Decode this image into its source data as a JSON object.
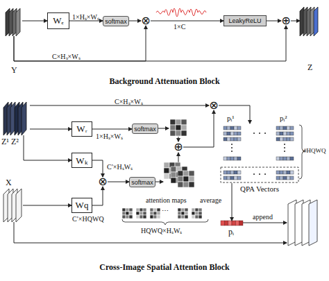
{
  "diagram": {
    "nodes": [
      {
        "text": [
          "Y"
        ]
      },
      {
        "text": [
          "Wₑ"
        ]
      },
      {
        "text": [
          "softmax"
        ]
      },
      {
        "text": [
          "⊗"
        ]
      },
      {
        "text": [
          "LeakyReLU"
        ]
      },
      {
        "text": [
          "⊕"
        ]
      },
      {
        "text": [
          "Z"
        ]
      },
      {
        "text": [
          "Z¹",
          "Z²"
        ]
      },
      {
        "text": [
          "Wᵣ"
        ]
      },
      {
        "text": [
          "softmax"
        ]
      },
      {
        "text": [
          "⊗"
        ]
      },
      {
        "text": [
          "QPA Vectors"
        ]
      },
      {
        "text": [
          "Wₖ"
        ]
      },
      {
        "text": [
          "⊕"
        ]
      },
      {
        "text": [
          "⊗"
        ]
      },
      {
        "text": [
          "softmax"
        ]
      },
      {
        "text": [
          "X"
        ]
      },
      {
        "text": [
          "Wq"
        ]
      },
      {
        "text": [
          "pᵢ"
        ]
      }
    ],
    "edges": [
      {
        "from": 0,
        "to": 1,
        "arrow": "to"
      },
      {
        "from": 1,
        "to": 2,
        "label": "1×Hₛ×Wₛ",
        "arrow": "to"
      },
      {
        "from": 2,
        "to": 3,
        "arrow": "to"
      },
      {
        "from": 3,
        "to": 4,
        "label": "1×C",
        "arrow": "to"
      },
      {
        "from": 4,
        "to": 5,
        "arrow": "to"
      },
      {
        "from": 5,
        "to": 6,
        "arrow": "to"
      },
      {
        "from": 0,
        "to": 3,
        "label": "C×Hₛ×Wₛ",
        "arrow": "to"
      },
      {
        "from": 0,
        "to": 5,
        "arrow": "to"
      },
      {
        "from": 7,
        "to": 8,
        "arrow": "to"
      },
      {
        "from": 8,
        "to": 9,
        "label": "1×Hₛ×Wₛ",
        "arrow": "to"
      },
      {
        "from": 7,
        "to": 10,
        "label": "C×Hₛ×Wₛ",
        "arrow": "to"
      },
      {
        "from": 10,
        "to": 11,
        "arrow": "to"
      },
      {
        "from": 7,
        "to": 12,
        "arrow": "to"
      },
      {
        "from": 12,
        "to": 14,
        "label": "C′×HₛWₛ",
        "arrow": "to"
      },
      {
        "from": 17,
        "to": 14,
        "label": "C′×HQWQ",
        "arrow": "to"
      },
      {
        "from": 14,
        "to": 15,
        "arrow": "to"
      },
      {
        "from": 16,
        "to": 17,
        "arrow": "to"
      },
      {
        "from": 13,
        "to": 10,
        "arrow": "to"
      },
      {
        "from": 11,
        "to": 18,
        "label": "average",
        "arrow": "to"
      }
    ],
    "labels": [
      "Background Attenuation Block",
      "Cross-Image Spatial Attention Block",
      "attention maps",
      "HQWQ×HₛWₛ",
      "⋯",
      "pᵢ¹",
      "pᵢ²",
      "#HQWQ",
      "append"
    ]
  }
}
